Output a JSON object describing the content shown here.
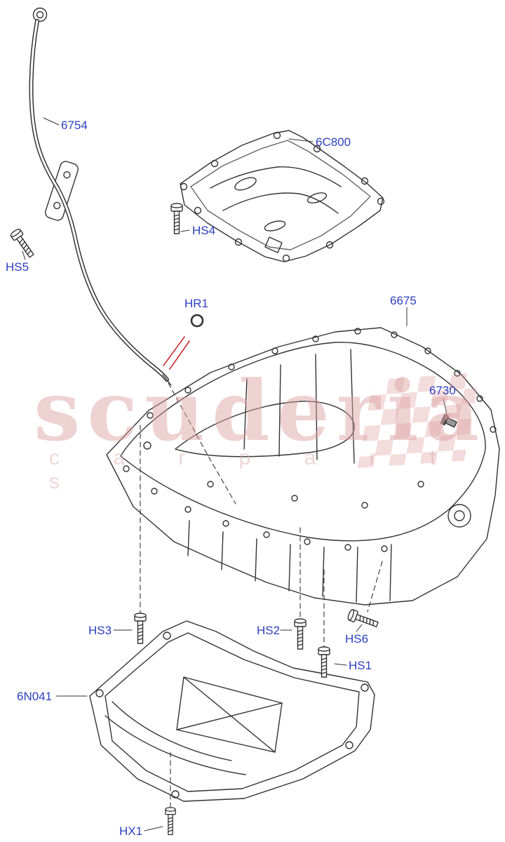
{
  "watermark": {
    "brand": "scuderia",
    "sub": "c a r   p a r t s",
    "color": "#dda2a2"
  },
  "colors": {
    "label_blue": "#2b3fc0",
    "line": "#333333",
    "accent_red": "#cc2a2a",
    "background": "#ffffff"
  },
  "labels": [
    {
      "text": "6754"
    },
    {
      "text": "6C800"
    },
    {
      "text": "HS5"
    },
    {
      "text": "HS4"
    },
    {
      "text": "HR1"
    },
    {
      "text": "6675"
    },
    {
      "text": "6730"
    },
    {
      "text": "HS3"
    },
    {
      "text": "HS2"
    },
    {
      "text": "HS6"
    },
    {
      "text": "HS1"
    },
    {
      "text": "6N041"
    },
    {
      "text": "HX1"
    }
  ]
}
